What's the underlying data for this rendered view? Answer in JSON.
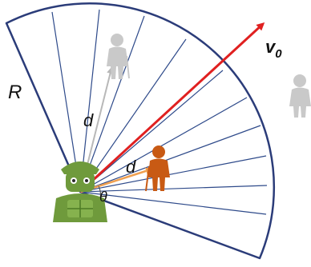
{
  "labels": {
    "radius": "R",
    "distance_gray": "d",
    "distance_orange": "d",
    "angle": "θ",
    "velocity": "v",
    "velocity_sub": "0"
  },
  "colors": {
    "sector_stroke": "#2b3c79",
    "sector_rays": "#2e4a8a",
    "velocity_arrow": "#e02020",
    "orange_vector": "#f0a050",
    "gray_vector": "#b8b8b8",
    "robot": "#6f9a3c",
    "person_near": "#c85a14",
    "person_far": "#c9c9c9"
  },
  "icons": {
    "robot": "robot-icon",
    "person_near": "elderly-person-icon",
    "person_far_inside": "elderly-person-icon",
    "person_far_outside": "elderly-person-icon"
  }
}
